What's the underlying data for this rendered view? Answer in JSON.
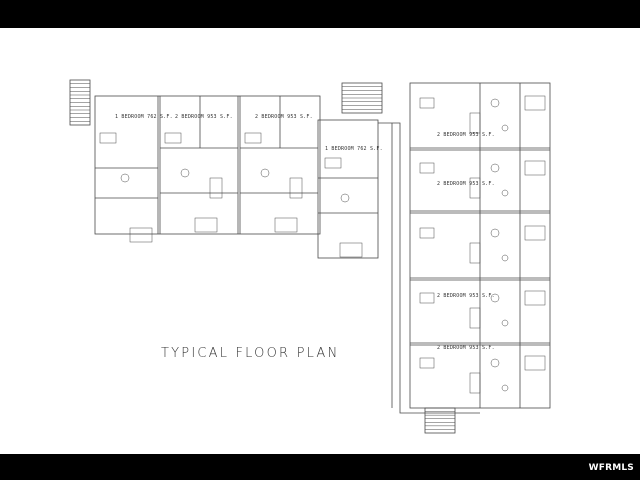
{
  "plan": {
    "caption": "TYPICAL FLOOR PLAN",
    "units": [
      {
        "id": "u1",
        "label": "1 BEDROOM 762 S.F."
      },
      {
        "id": "u2",
        "label": "2 BEDROOM 953 S.F."
      },
      {
        "id": "u3",
        "label": "2 BEDROOM 953 S.F."
      },
      {
        "id": "u4",
        "label": "1 BEDROOM 762 S.F."
      },
      {
        "id": "u5",
        "label": "2 BEDROOM 953 S.F."
      },
      {
        "id": "u6",
        "label": "2 BEDROOM 953 S.F."
      },
      {
        "id": "u7",
        "label": "2 BEDROOM 953 S.F."
      },
      {
        "id": "u8",
        "label": "2 BEDROOM 953 S.F."
      }
    ]
  },
  "watermark": "WFRMLS",
  "colors": {
    "line": "#4a4a4a",
    "frame": "#000000",
    "paper": "#ffffff"
  }
}
